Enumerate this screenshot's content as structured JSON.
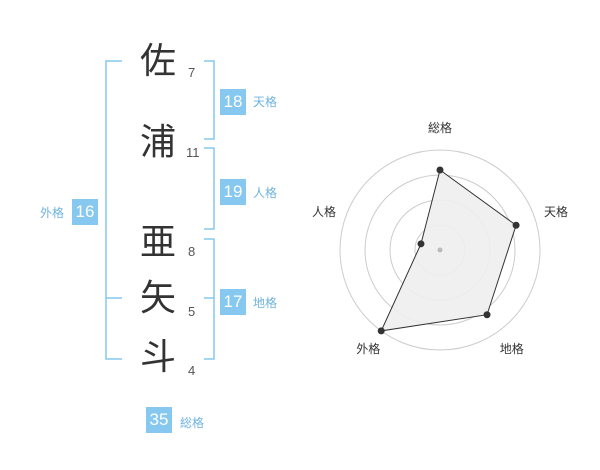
{
  "name_chars": [
    {
      "char": "佐",
      "strokes": "7"
    },
    {
      "char": "浦",
      "strokes": "11"
    },
    {
      "char": "亜",
      "strokes": "8"
    },
    {
      "char": "矢",
      "strokes": "5"
    },
    {
      "char": "斗",
      "strokes": "4"
    }
  ],
  "fortune": {
    "tenkaku": {
      "value": "18",
      "label": "天格"
    },
    "jinkaku": {
      "value": "19",
      "label": "人格"
    },
    "chikaku": {
      "value": "17",
      "label": "地格"
    },
    "gaikaku": {
      "value": "16",
      "label": "外格"
    },
    "soukaku": {
      "value": "35",
      "label": "総格"
    }
  },
  "colors": {
    "accent": "#86c8ef",
    "bracket": "#86c8ef",
    "text": "#333333",
    "grid": "#cccccc",
    "fill": "#eeeeee"
  },
  "chart_data": {
    "type": "radar",
    "axes": [
      "総格",
      "天格",
      "地格",
      "外格",
      "人格"
    ],
    "values": [
      4,
      4,
      4,
      5,
      1
    ],
    "max": 5,
    "rings": 4,
    "grid": true
  }
}
